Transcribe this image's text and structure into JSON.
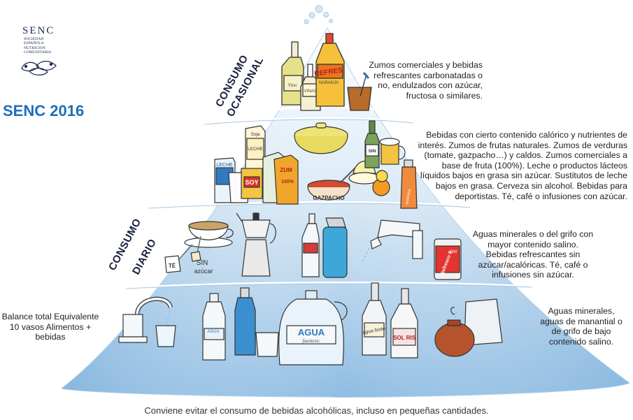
{
  "logo": {
    "acronym": "SENC",
    "name_lines": "SOCIEDAD\nESPAÑOLA\nNUTRICION\nCOMUNITARIA",
    "emblem_icon": "fish-emblem-icon"
  },
  "brand": "SENC 2016",
  "tiers": {
    "occasional": {
      "label_line1": "CONSUMO",
      "label_line2": "OCASIONAL",
      "description": "Zumos comerciales y bebidas refrescantes carbonatadas o no, endulzados con azúcar, fructosa o similares.",
      "items": {
        "bottle_label_1": "Vino",
        "bottle_label_2": "VINAG",
        "soda_label": "REFRES",
        "soda_sub": "NARANJA"
      }
    },
    "moderate": {
      "description": "Bebidas con cierto contenido calórico y nutrientes de interés. Zumos de frutas naturales. Zumos de verduras (tomate, gazpacho…) y caldos. Zumos comerciales a base de fruta (100%). Leche o productos lácteos líquidos bajos en grasa sin azúcar. Sustitutos de leche bajos en grasa. Cerveza sin alcohol. Bebidas para deportistas. Té, café o infusiones con azúcar.",
      "items": {
        "carton_1": "Soja",
        "carton_1b": "LECHE",
        "carton_2": "LECHE",
        "box_soy": "SOY",
        "box_zum": "ZUM",
        "box_100": "100%",
        "gazpacho": "GAZPACHO",
        "beer": "SIN",
        "sport": "Isotónica"
      }
    },
    "daily": {
      "label_line1": "CONSUMO",
      "label_line2": "DIARIO",
      "description": "Aguas minerales o del grifo con mayor contenido salino. Bebidas refrescantes sin azúcar/acalóricas. Té, café o infusiones sin azúcar.",
      "items": {
        "tea_tag": "TÉ",
        "sin_label": "SIN",
        "azucar_label": "azúcar",
        "can_label": "Refresco 0",
        "can_sub": "SIN"
      }
    },
    "base": {
      "description": "Aguas minerales, aguas de manantial o de grifo de bajo contenido salino.",
      "balance": "Balance total Equivalente 10 vasos Alimentos + bebidas",
      "items": {
        "bottle_1": "AGUA",
        "jug_label": "AGUA",
        "jug_sub": "fuentesic",
        "bottle_2": "agua fonte",
        "bottle_3": "SOL RIS"
      }
    }
  },
  "footer": "Conviene evitar el consumo de bebidas alcohólicas, incluso en pequeñas cantidades.",
  "colors": {
    "pyramid_top": "#f3f8fc",
    "pyramid_bottom": "#9cc4e6",
    "brand_blue": "#1d6fb8",
    "label_dark": "#1a2140"
  }
}
